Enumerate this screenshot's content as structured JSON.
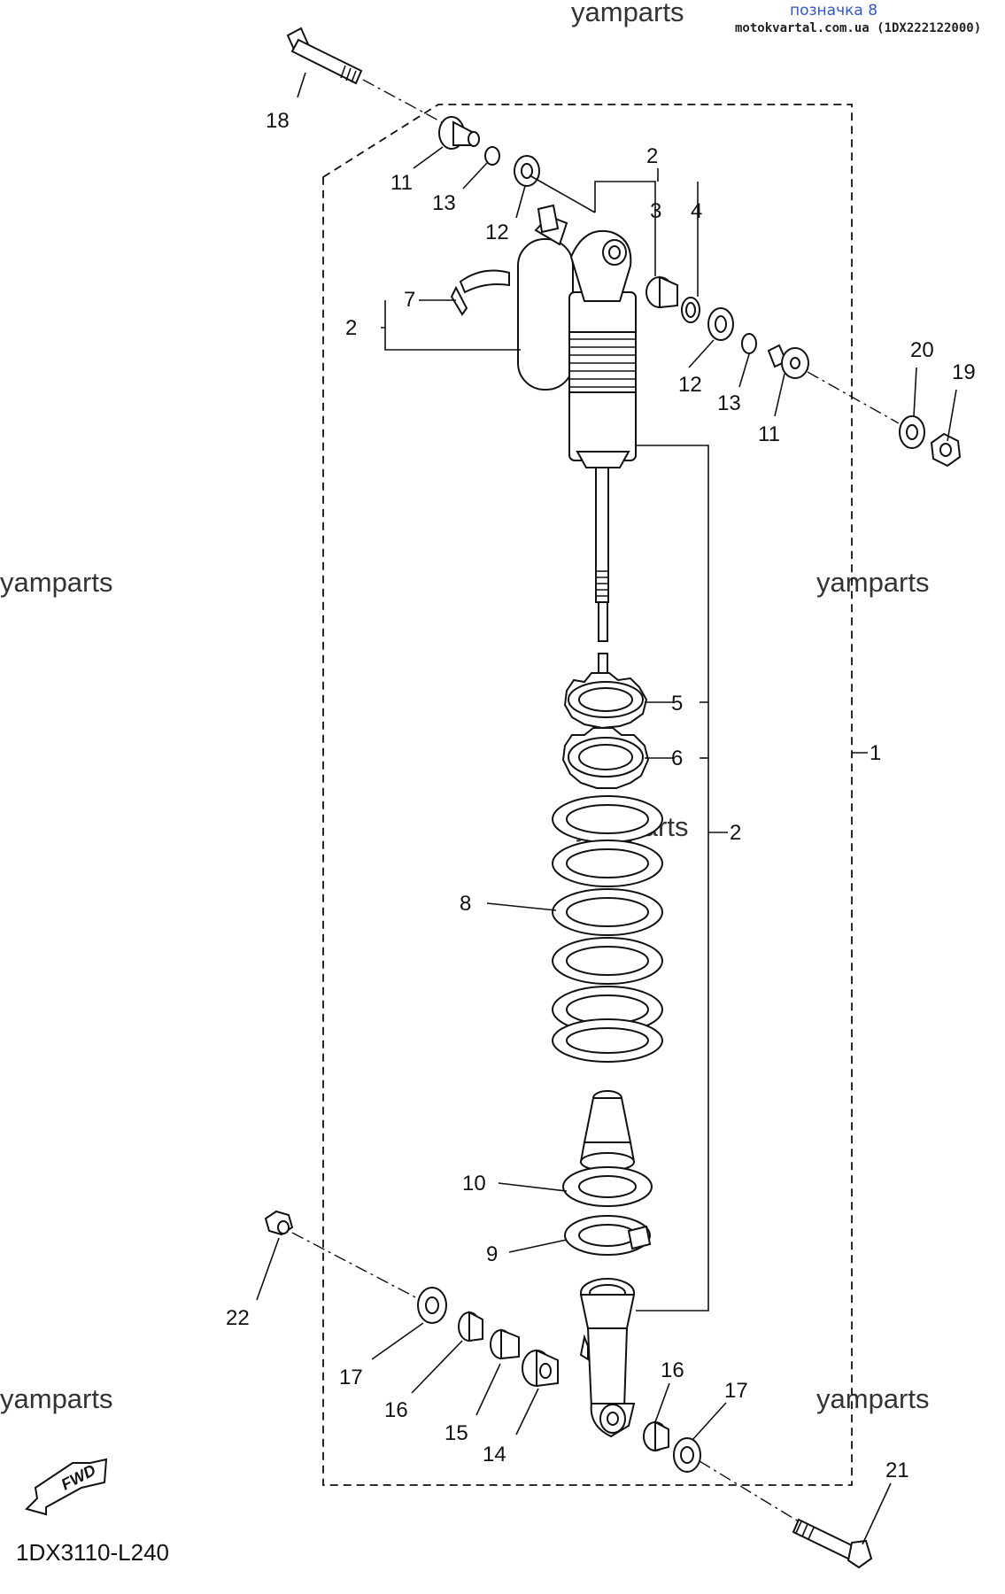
{
  "header": {
    "label": "позначка 8",
    "source": "motokvartal.com.ua (1DX222122000)"
  },
  "watermark": "yamparts",
  "diagram_code": "1DX3110-L240",
  "fwd_badge": "FWD",
  "callouts": {
    "c1": "1",
    "c2a": "2",
    "c2b": "2",
    "c2c": "2",
    "c3": "3",
    "c4": "4",
    "c5": "5",
    "c6": "6",
    "c7": "7",
    "c8": "8",
    "c9": "9",
    "c10": "10",
    "c11a": "11",
    "c11b": "11",
    "c12a": "12",
    "c12b": "12",
    "c13a": "13",
    "c13b": "13",
    "c14": "14",
    "c15": "15",
    "c16a": "16",
    "c16b": "16",
    "c17a": "17",
    "c17b": "17",
    "c18": "18",
    "c19": "19",
    "c20": "20",
    "c21": "21",
    "c22": "22"
  }
}
